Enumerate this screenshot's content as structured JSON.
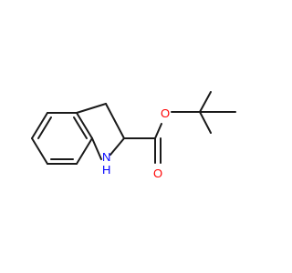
{
  "molecule": {
    "atoms": {
      "oxygen_ester": "O",
      "oxygen_carbonyl": "O",
      "nitrogen_label": "N",
      "hydrogen_label": "H"
    },
    "colors": {
      "bond": "#1a1a1a",
      "oxygen": "#ff0000",
      "nitrogen": "#0000ff"
    }
  }
}
